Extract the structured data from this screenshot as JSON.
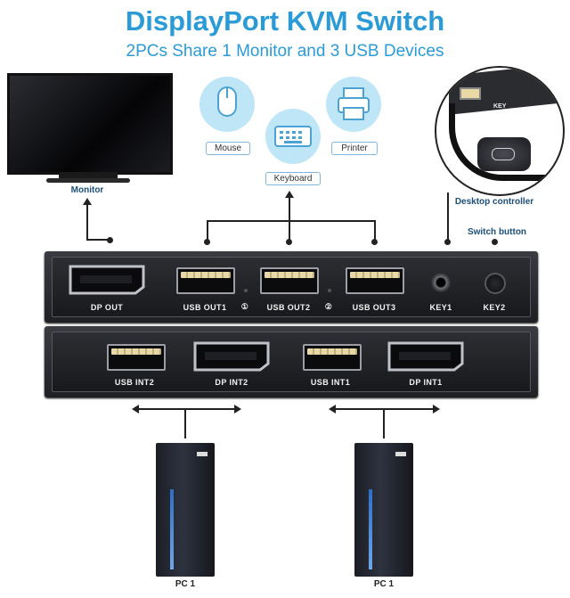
{
  "header": {
    "title": "DisplayPort KVM Switch",
    "subtitle": "2PCs Share 1 Monitor and 3 USB Devices"
  },
  "devices": {
    "monitor": "Monitor",
    "mouse": "Mouse",
    "keyboard": "Keyboard",
    "printer": "Printer",
    "desktop_controller": "Desktop controller",
    "switch_button": "Switch button",
    "controller_key": "KEY"
  },
  "front_panel": {
    "dp_out": "DP OUT",
    "usb_out1": "USB OUT1",
    "usb_out2": "USB OUT2",
    "usb_out3": "USB OUT3",
    "marker1": "①",
    "marker2": "②",
    "key1": "KEY1",
    "key2": "KEY2"
  },
  "back_panel": {
    "usb_int2": "USB INT2",
    "dp_int2": "DP INT2",
    "usb_int1": "USB INT1",
    "dp_int1": "DP INT1"
  },
  "computers": {
    "pc_left": "PC 1",
    "pc_right": "PC 1"
  },
  "colors": {
    "title": "#2a9bd6",
    "caption": "#1c4f7a",
    "icon_circle": "#bfe6f7"
  }
}
